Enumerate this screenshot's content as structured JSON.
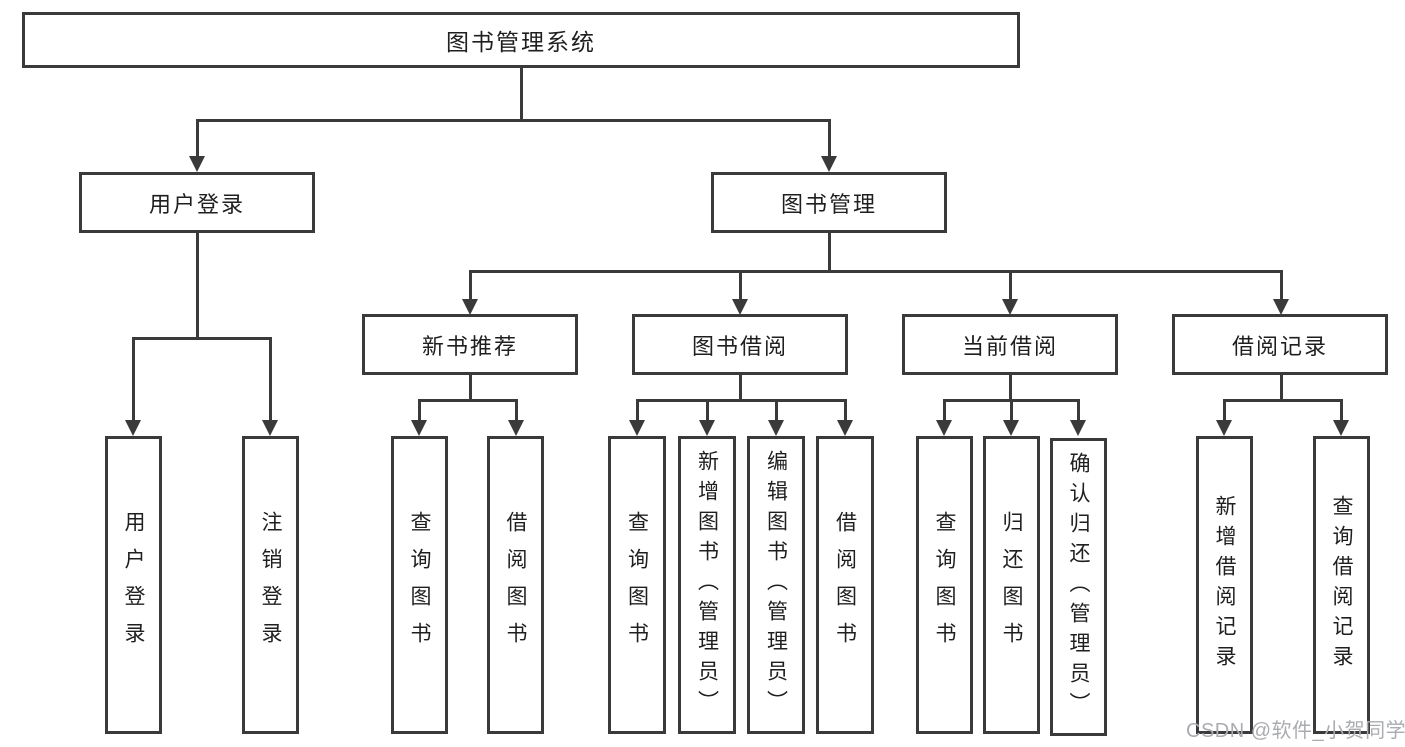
{
  "tree": {
    "root": {
      "label": "图书管理系统"
    },
    "branches": [
      {
        "label": "用户登录",
        "children": [
          {
            "label": "用户登录"
          },
          {
            "label": "注销登录"
          }
        ]
      },
      {
        "label": "图书管理",
        "children": [
          {
            "label": "新书推荐",
            "children": [
              {
                "label": "查询图书"
              },
              {
                "label": "借阅图书"
              }
            ]
          },
          {
            "label": "图书借阅",
            "children": [
              {
                "label": "查询图书"
              },
              {
                "label": "新增图书（管理员）"
              },
              {
                "label": "编辑图书（管理员）"
              },
              {
                "label": "借阅图书"
              }
            ]
          },
          {
            "label": "当前借阅",
            "children": [
              {
                "label": "查询图书"
              },
              {
                "label": "归还图书"
              },
              {
                "label": "确认归还（管理员）"
              }
            ]
          },
          {
            "label": "借阅记录",
            "children": [
              {
                "label": "新增借阅记录"
              },
              {
                "label": "查询借阅记录"
              }
            ]
          }
        ]
      }
    ]
  },
  "watermark": {
    "text": "CSDN @软件_小贺同学"
  },
  "colors": {
    "line": "#3a3a3a",
    "text": "#1f1f1f",
    "watermark": "#aaacb2",
    "background": "#ffffff"
  }
}
